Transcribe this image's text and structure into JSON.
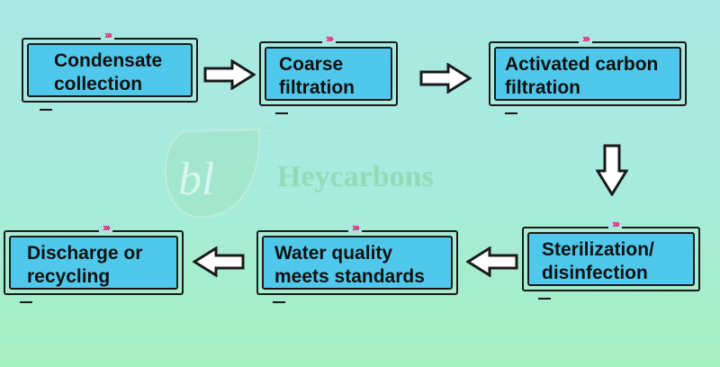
{
  "steps": {
    "condensate_collection": "Condensate\ncollection",
    "coarse_filtration": "Coarse\nfiltration",
    "activated_carbon_filtration": "Activated carbon\n filtration",
    "sterilization_disinfection": "Sterilization/\ndisinfection",
    "water_quality": "Water quality\nmeets standards",
    "discharge_recycling": "Discharge or\n recycling"
  },
  "decoration": {
    "chevrons": "›››"
  },
  "watermark": {
    "brand": "Heycarbons",
    "logo_letters": "bl"
  },
  "colors": {
    "box_fill": "#4fc8ec",
    "chevron": "#e8146a",
    "outline": "#1a1a1a",
    "watermark": "#8ddcb4"
  }
}
